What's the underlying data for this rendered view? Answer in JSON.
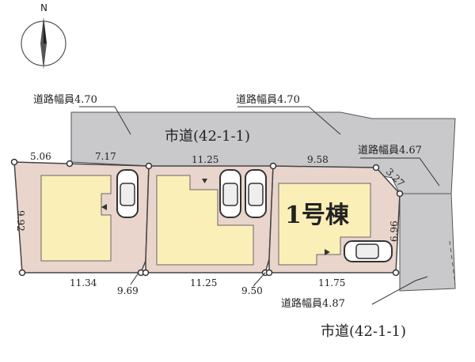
{
  "colors": {
    "road": "#c9c9cb",
    "lot": "#e9d5cc",
    "building": "#fbefb8",
    "outline": "#444444",
    "text": "#222222"
  },
  "north": {
    "label": "N",
    "icon": "north-compass-icon"
  },
  "roads": {
    "top_main": "市道(42-1-1)",
    "bottom_main": "市道(42-1-1)",
    "width_left": "道路幅員4.70",
    "width_middle": "道路幅員4.70",
    "width_right": "道路幅員4.67",
    "width_bottom": "道路幅員4.87"
  },
  "house_label": "1号棟",
  "dimensions": {
    "lot1_top_a": "5.06",
    "lot1_top_b": "7.17",
    "lot1_left": "9.92",
    "lot1_bottom": "11.34",
    "lot1_right": "9.69",
    "lot2_top": "11.25",
    "lot2_bottom": "11.25",
    "lot2_right": "9.50",
    "lot3_top": "9.58",
    "lot3_corner": "3.27",
    "lot3_right": "6.96",
    "lot3_bottom": "11.75"
  }
}
